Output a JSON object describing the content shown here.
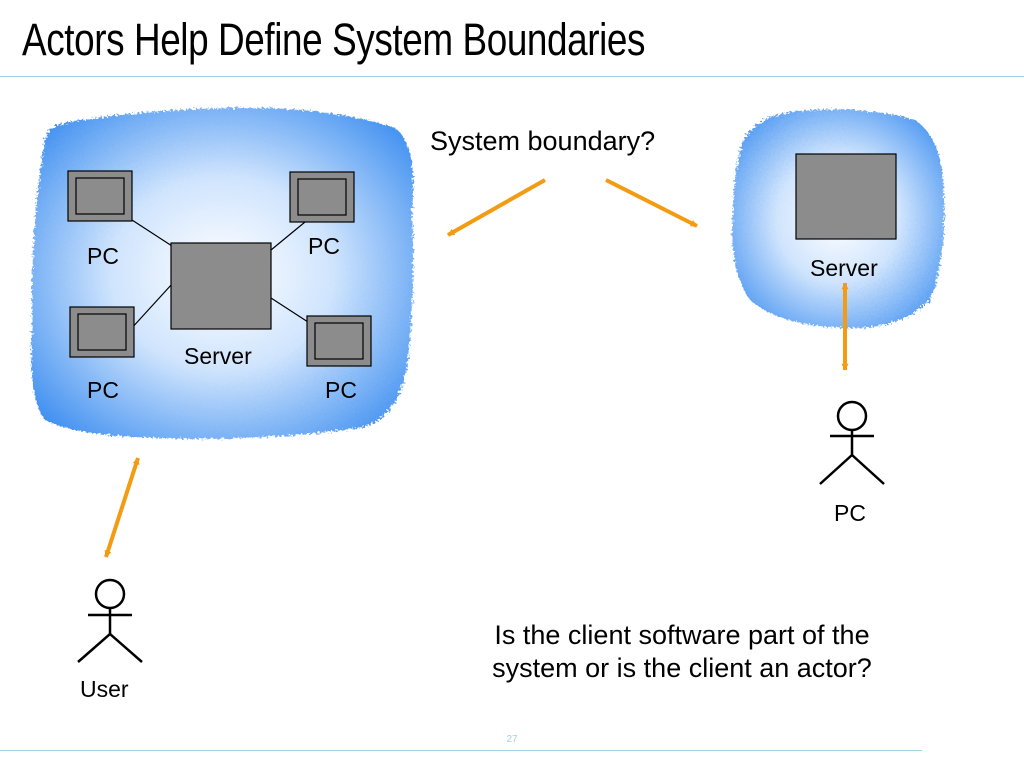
{
  "slide": {
    "title": "Actors Help Define System Boundaries",
    "page_number": "27"
  },
  "diagram": {
    "question_label": "System boundary?",
    "left_system": {
      "pc_labels": [
        "PC",
        "PC",
        "PC",
        "PC"
      ],
      "server_label": "Server"
    },
    "right_system": {
      "server_label": "Server"
    },
    "actors": {
      "user_label": "User",
      "pc_label": "PC"
    },
    "caption": {
      "line1": "Is the client software part of the",
      "line2": "system or is the client an actor?"
    }
  },
  "colors": {
    "arrow": "#f39c12",
    "cloud_center": "#ffffff",
    "cloud_edge": "#3d8ef0",
    "computer_fill": "#8c8c8c"
  }
}
